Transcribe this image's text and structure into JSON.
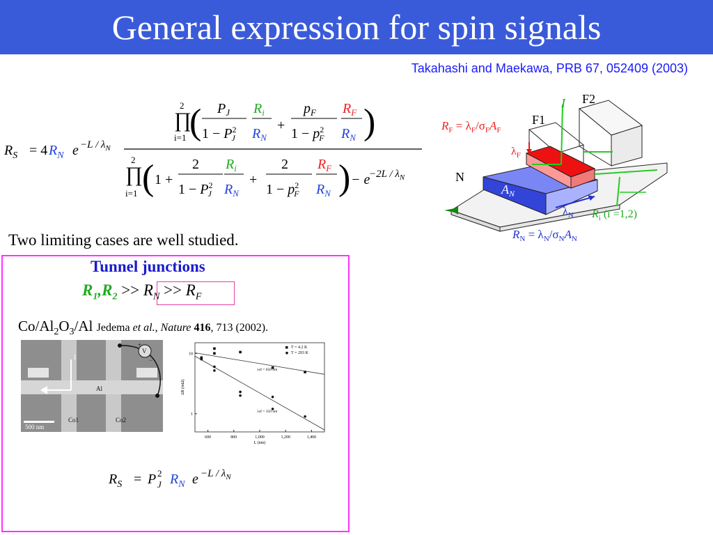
{
  "slide": {
    "title": "General expression for spin signals",
    "citation": "Takahashi and Maekawa, PRB 67, 052409 (2003)",
    "limiting_text": "Two limiting cases are well studied.",
    "tunnel_heading": "Tunnel junctions",
    "condition": {
      "r1": "R",
      "r1_sub": "1",
      "comma": ",",
      "r2": "R",
      "r2_sub": "2",
      "gg1": ">>",
      "rn": "R",
      "rn_sub": "N",
      "gg2": ">>",
      "rf": "R",
      "rf_sub": "F"
    },
    "material": {
      "co": "Co/Al",
      "al_sub": "2",
      "o": "O",
      "o_sub": "3",
      "al": "/Al"
    },
    "reference": {
      "author": "Jedema",
      "etal": "et al.",
      "journal": "Nature",
      "volume": "416",
      "pages": ", 713 (2002)."
    }
  },
  "formula_main": {
    "lhs": "R",
    "lhs_sub": "S",
    "eq": "= 4",
    "rn": "R",
    "rn_sub": "N",
    "exp_base": "e",
    "exp": "−L / λ",
    "exp_sub": "N",
    "prod_top": "2",
    "prod_bottom": "i=1",
    "pj": "P",
    "pj_sub": "J",
    "one_minus": "1 −",
    "sq": "2",
    "ri": "R",
    "ri_sub": "i",
    "pf": "p",
    "pf_sub": "F",
    "rf": "R",
    "rf_sub": "F",
    "rnn": "R",
    "rnn_sub": "N",
    "one_plus": "1 +",
    "two": "2",
    "plus": "+",
    "minus_e": "− e",
    "exp2": "−2L / λ",
    "exp2_sub": "N"
  },
  "formula_tunnel": {
    "lhs": "R",
    "lhs_sub": "S",
    "eq": "=",
    "p": "P",
    "p_sub": "J",
    "p_sup": "2",
    "rn": "R",
    "rn_sub": "N",
    "e": "e",
    "exp": "−L / λ",
    "exp_sub": "N"
  },
  "device_diagram": {
    "label_f2": "F2",
    "label_f1": "F1",
    "label_i": "I",
    "label_n": "N",
    "label_an": "A",
    "label_an_sub": "N",
    "rf_def": {
      "r": "R",
      "r_sub": "F",
      "eq": " = λ",
      "eq_sub": "F",
      "slash": "/σ",
      "slash_sub": "F",
      "a": "A",
      "a_sub": "F"
    },
    "lambda_f": {
      "l": "λ",
      "sub": "F"
    },
    "lambda_n": {
      "l": "λ",
      "sub": "N"
    },
    "ri_note": {
      "r": "R",
      "sub": "i",
      "rest": " (i =1,2)"
    },
    "rn_def": {
      "r": "R",
      "r_sub": "N",
      "eq": " = λ",
      "eq_sub": "N",
      "slash": "/σ",
      "slash_sub": "N",
      "a": "A",
      "a_sub": "N"
    },
    "colors": {
      "ferro": "#ee1111",
      "normal": "#5a6cf0",
      "current": "#22cc22"
    }
  },
  "sem_image": {
    "label_v": "V",
    "label_i": "I",
    "label_al": "Al",
    "label_co1": "Co1",
    "label_co2": "Co2",
    "scale": "500 nm",
    "plus": "+",
    "minus": "−"
  },
  "chart_data": {
    "type": "scatter",
    "title": "",
    "xlabel": "L (nm)",
    "ylabel": "ΔR (mΩ)",
    "xlim": [
      500,
      1500
    ],
    "ylim": [
      0.5,
      15
    ],
    "y_scale": "log",
    "x_ticks": [
      "600",
      "800",
      "1,000",
      "1,200",
      "1,400"
    ],
    "y_ticks": [
      "10",
      "1"
    ],
    "legend": [
      {
        "name": "T = 4.2 K",
        "marker": "square"
      },
      {
        "name": "T = 293 K",
        "marker": "circle"
      }
    ],
    "series": [
      {
        "name": "T = 4.2 K",
        "x": [
          550,
          650,
          650,
          850,
          1100,
          1350
        ],
        "y": [
          8.5,
          12.0,
          10.0,
          10.5,
          5.8,
          4.9
        ]
      },
      {
        "name": "T = 293 K",
        "x": [
          550,
          650,
          650,
          850,
          850,
          1100,
          1100,
          1350
        ],
        "y": [
          8.0,
          6.0,
          5.2,
          2.3,
          2.0,
          1.9,
          1.2,
          0.9
        ]
      }
    ],
    "fit_lines": [
      {
        "label": "λsf = 650 nm",
        "x": [
          500,
          1500
        ],
        "y": [
          10.2,
          4.5
        ]
      },
      {
        "label": "λsf = 350 nm",
        "x": [
          500,
          1500
        ],
        "y": [
          9.0,
          0.54
        ]
      }
    ]
  }
}
